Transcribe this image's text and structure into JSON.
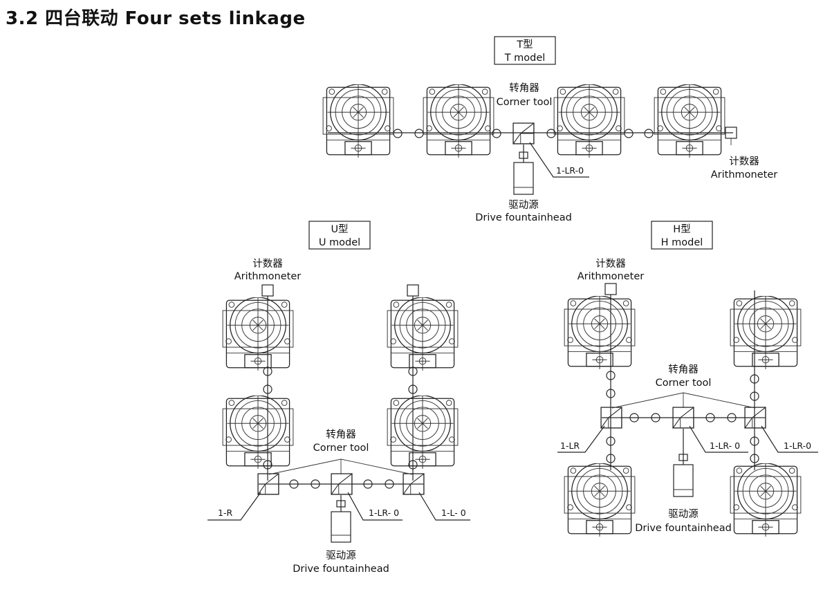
{
  "title": "3.2 四台联动  Four sets linkage",
  "t_model": {
    "title_cn": "T型",
    "title_en": "T model",
    "corner_cn": "转角器",
    "corner_en": "Corner tool",
    "code_corner": "1-LR-0",
    "counter_cn": "计数器",
    "counter_en": "Arithmoneter",
    "drive_cn": "驱动源",
    "drive_en": "Drive fountainhead"
  },
  "u_model": {
    "title_cn": "U型",
    "title_en": "U model",
    "counter_cn": "计数器",
    "counter_en": "Arithmoneter",
    "corner_cn": "转角器",
    "corner_en": "Corner tool",
    "code_left": "1-R",
    "code_mid": "1-LR- 0",
    "code_right": "1-L- 0",
    "drive_cn": "驱动源",
    "drive_en": "Drive fountainhead"
  },
  "h_model": {
    "title_cn": "H型",
    "title_en": "H model",
    "counter_cn": "计数器",
    "counter_en": "Arithmoneter",
    "corner_cn": "转角器",
    "corner_en": "Corner tool",
    "code_left": "1-LR",
    "code_mid": "1-LR- 0",
    "code_right": "1-LR-0",
    "drive_cn": "驱动源",
    "drive_en": "Drive fountainhead"
  }
}
